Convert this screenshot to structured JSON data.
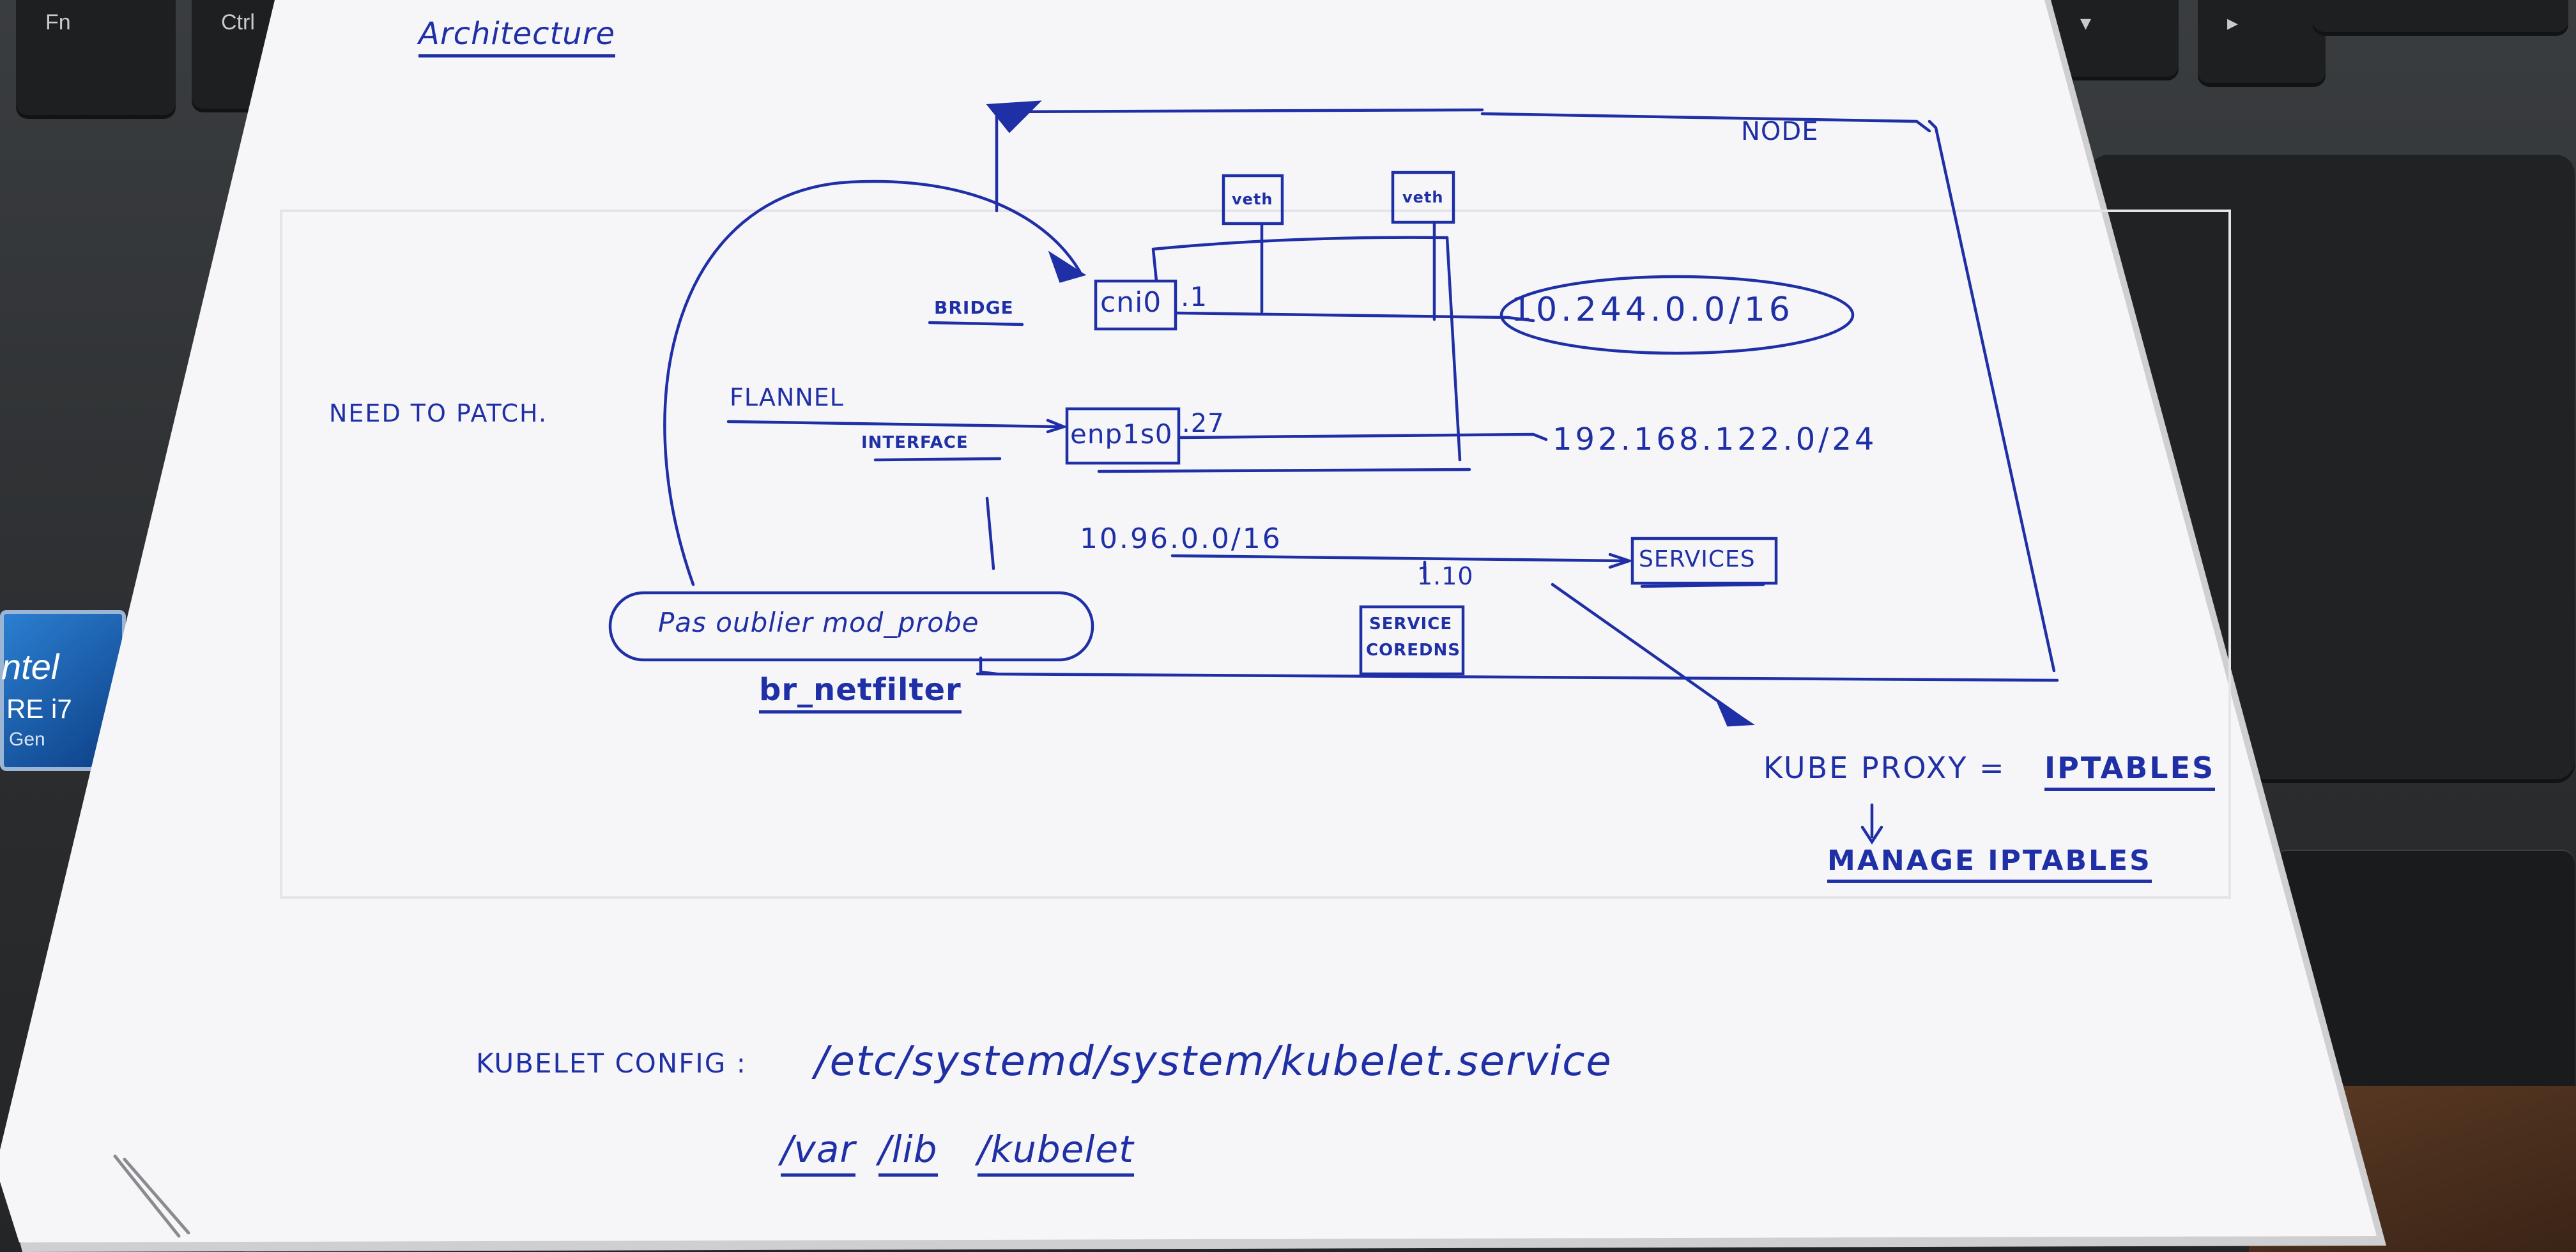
{
  "keyboard": {
    "keys": [
      {
        "label": "Fn"
      },
      {
        "label": "Ctrl"
      },
      {
        "label": "▾"
      },
      {
        "label": "▸"
      }
    ],
    "sticker": {
      "brand": "ntel",
      "line2": "RE i7",
      "line3": "Gen"
    }
  },
  "diagram": {
    "title": "Architecture",
    "node_label": "NODE",
    "side_note": "NEED TO PATCH.",
    "bridge_label": "BRIDGE",
    "flannel_label": "FLANNEL",
    "interface_label": "INTERFACE",
    "cni0": {
      "label": "cni0",
      "ip": ".1"
    },
    "enp": {
      "label": "enp1s0",
      "ip": ".27"
    },
    "veth1": "veth",
    "veth2": "veth",
    "pod_cidr": "10.244.0.0/16",
    "host_cidr": "192.168.122.0/24",
    "service_cidr": "10.96.0.0/16",
    "services": "SERVICES",
    "service_ip": "1.10",
    "service_coredns": {
      "line1": "SERVICE",
      "line2": "COREDNS"
    },
    "probe_note": "Pas oublier mod_probe",
    "br_netfilter": "br_netfilter",
    "kube_proxy": "KUBE PROXY =",
    "iptables": "IPTABLES",
    "arrow_down": "↓",
    "manage": "MANAGE IPTABLES",
    "kubelet_config_label": "KUBELET CONFIG :",
    "kubelet_config_path": "/etc/systemd/system/kubelet.service",
    "var_lib": [
      "/var",
      "/lib",
      "/kubelet"
    ]
  }
}
